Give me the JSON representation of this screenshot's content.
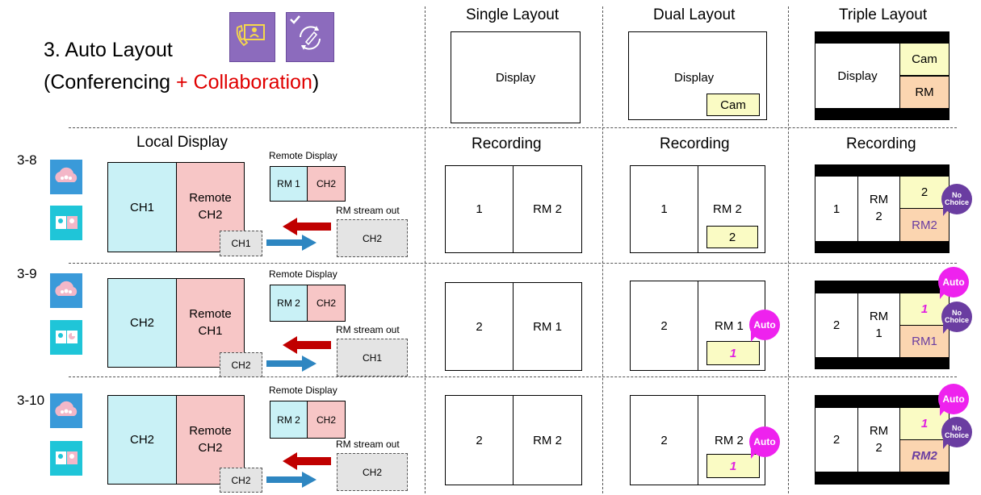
{
  "title": {
    "line1": "3. Auto Layout",
    "line2_prefix": "(Conferencing ",
    "line2_accent": "+ Collaboration",
    "line2_suffix": ")",
    "accent_color": "#e00000"
  },
  "icons": {
    "contact": "contact-card-phone-icon",
    "collab": "collaboration-sync-icon"
  },
  "layout_headers": {
    "single": "Single Layout",
    "dual": "Dual Layout",
    "triple": "Triple Layout"
  },
  "layout_samples": {
    "display": "Display",
    "cam": "Cam",
    "rm": "RM"
  },
  "section_headers": {
    "local_display": "Local Display",
    "recording": "Recording"
  },
  "rows": [
    {
      "id": "3-8",
      "local_left": "CH1",
      "local_right_line1": "Remote",
      "local_right_line2": "CH2",
      "local_chip": "CH1",
      "remote_label": "Remote Display",
      "remote_left": "RM 1",
      "remote_right": "CH2",
      "stream_label": "RM stream out",
      "stream_box": "CH2",
      "single_left": "1",
      "single_right": "RM 2",
      "dual_left": "1",
      "dual_right": "RM 2",
      "dual_pip": "2",
      "triple_left": "1",
      "triple_mid_line1": "RM",
      "triple_mid_line2": "2",
      "triple_top": "2",
      "triple_bottom": "RM2",
      "bubbles": {
        "dual_auto": "",
        "triple_auto": "",
        "triple_nochoice": "No Choice"
      }
    },
    {
      "id": "3-9",
      "local_left": "CH2",
      "local_right_line1": "Remote",
      "local_right_line2": "CH1",
      "local_chip": "CH2",
      "remote_label": "Remote Display",
      "remote_left": "RM 2",
      "remote_right": "CH2",
      "stream_label": "RM stream out",
      "stream_box": "CH1",
      "single_left": "2",
      "single_right": "RM 1",
      "dual_left": "2",
      "dual_right": "RM 1",
      "dual_pip": "1",
      "triple_left": "2",
      "triple_mid_line1": "RM",
      "triple_mid_line2": "1",
      "triple_top": "1",
      "triple_bottom": "RM1",
      "bubbles": {
        "dual_auto": "Auto",
        "triple_auto": "Auto",
        "triple_nochoice": "No Choice"
      }
    },
    {
      "id": "3-10",
      "local_left": "CH2",
      "local_right_line1": "Remote",
      "local_right_line2": "CH2",
      "local_chip": "CH2",
      "remote_label": "Remote Display",
      "remote_left": "RM 2",
      "remote_right": "CH2",
      "stream_label": "RM stream out",
      "stream_box": "CH2",
      "single_left": "2",
      "single_right": "RM 2",
      "dual_left": "2",
      "dual_right": "RM 2",
      "dual_pip": "1",
      "triple_left": "2",
      "triple_mid_line1": "RM",
      "triple_mid_line2": "2",
      "triple_top": "1",
      "triple_bottom": "RM2",
      "bubbles": {
        "dual_auto": "Auto",
        "triple_auto": "Auto",
        "triple_nochoice": "No Choice"
      }
    }
  ]
}
